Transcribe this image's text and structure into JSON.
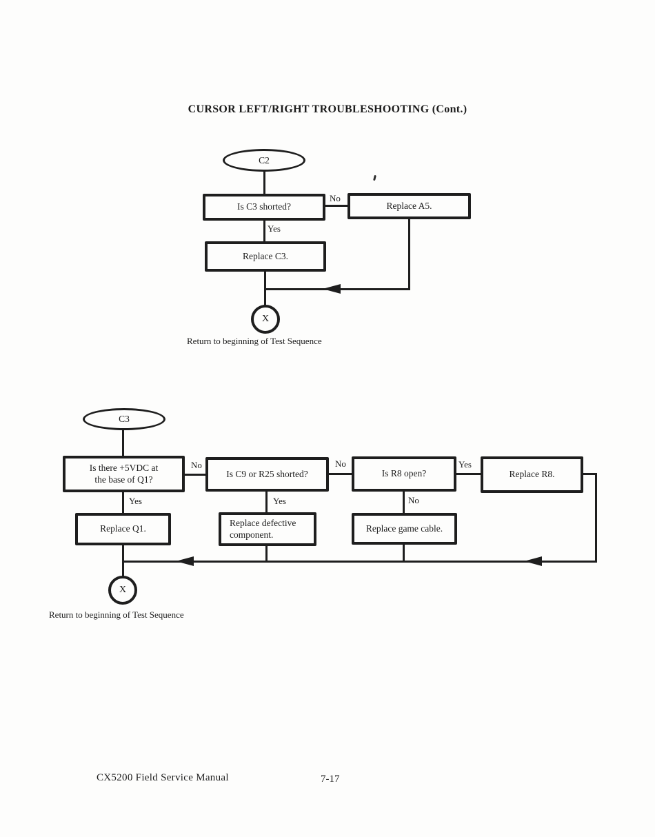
{
  "title": "CURSOR LEFT/RIGHT TROUBLESHOOTING (Cont.)",
  "labels": {
    "yes": "Yes",
    "no": "No"
  },
  "flowchart_top": {
    "start": "C2",
    "decision_c3_shorted": "Is C3 shorted?",
    "action_replace_a5": "Replace A5.",
    "action_replace_c3": "Replace C3.",
    "terminator": "X",
    "return_note": "Return to beginning of Test Sequence"
  },
  "flowchart_bottom": {
    "start": "C3",
    "decision_5vdc_line1": "Is there +5VDC at",
    "decision_5vdc_line2": "the base of Q1?",
    "decision_c9_r25": "Is C9 or R25 shorted?",
    "decision_r8_open": "Is R8 open?",
    "action_replace_r8": "Replace R8.",
    "action_replace_q1": "Replace Q1.",
    "action_replace_defective_line1": "Replace defective",
    "action_replace_defective_line2": "component.",
    "action_replace_game_cable": "Replace game cable.",
    "terminator": "X",
    "return_note": "Return to beginning of Test Sequence"
  },
  "footer": {
    "manual_title": "CX5200 Field Service Manual",
    "page_number": "7-17"
  }
}
